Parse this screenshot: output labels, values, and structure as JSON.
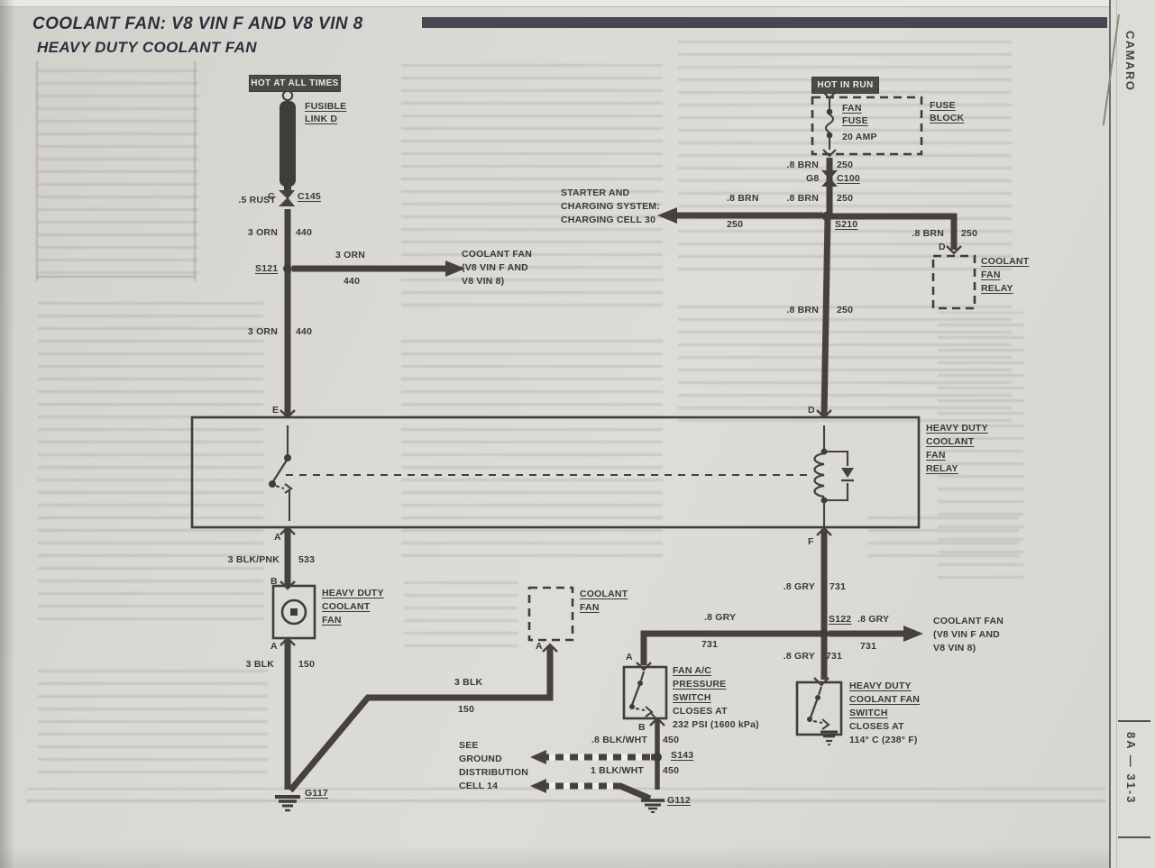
{
  "header": {
    "title_line1": "COOLANT FAN: V8 VIN F AND V8 VIN 8",
    "title_line2": "HEAVY DUTY COOLANT FAN"
  },
  "margin": {
    "model": "CAMARO",
    "page_code": "8A — 31-3"
  },
  "left_circuit": {
    "source": "HOT AT ALL TIMES",
    "fusible_link": "FUSIBLE\nLINK D",
    "wire_rust": ".5 RUST",
    "pin_c": "C",
    "connector_c145": "C145",
    "orn_upper_gauge": "3 ORN",
    "orn_upper_ckt": "440",
    "splice_s121": "S121",
    "branch_gauge": "3 ORN",
    "branch_ckt": "440",
    "branch_dest": "COOLANT FAN\n(V8 VIN F AND\nV8 VIN 8)",
    "orn_lower_gauge": "3 ORN",
    "orn_lower_ckt": "440",
    "term_e": "E"
  },
  "right_circuit": {
    "source": "HOT IN RUN",
    "fuse_name": "FAN\nFUSE",
    "fuse_rating": "20 AMP",
    "fuse_block": "FUSE\nBLOCK",
    "brn1_gauge": ".8 BRN",
    "brn1_ckt": "250",
    "pin_g8": "G8",
    "connector_c100": "C100",
    "starter_dest": "STARTER AND\nCHARGING SYSTEM:\nCHARGING CELL 30",
    "brn_arrow_gauge": ".8 BRN",
    "brn_arrow_ckt": "250",
    "brn2_gauge": ".8 BRN",
    "brn2_ckt": "250",
    "splice_s210": "S210",
    "brn3_gauge": ".8 BRN",
    "brn3_ckt": "250",
    "term_d_cf_relay": "D",
    "cf_relay_label": "COOLANT\nFAN\nRELAY",
    "brn4_gauge": ".8 BRN",
    "brn4_ckt": "250",
    "term_d": "D"
  },
  "relay": {
    "label": "HEAVY DUTY\nCOOLANT\nFAN\nRELAY",
    "term_a": "A",
    "term_f": "F"
  },
  "fan_motor": {
    "blkpnk_gauge": "3 BLK/PNK",
    "blkpnk_ckt": "533",
    "term_b": "B",
    "label": "HEAVY DUTY\nCOOLANT\nFAN",
    "term_a": "A",
    "blk_gauge": "3 BLK",
    "blk_ckt": "150",
    "ground_g117": "G117"
  },
  "cf_branch": {
    "blk_h_gauge": "3 BLK",
    "blk_h_ckt": "150",
    "label": "COOLANT\nFAN",
    "term_a": "A"
  },
  "ground_note": "SEE\nGROUND\nDISTRIBUTION\nCELL 14",
  "gry_circuit": {
    "gry1_gauge": ".8 GRY",
    "gry1_ckt": "731",
    "splice_s122": "S122",
    "arrow_gauge": ".8 GRY",
    "arrow_ckt": "731",
    "dest": "COOLANT FAN\n(V8 VIN F AND\nV8 VIN 8)",
    "h_gauge": ".8 GRY",
    "h_ckt": "731",
    "gry2_gauge": ".8 GRY",
    "gry2_ckt": "731"
  },
  "pressure_switch": {
    "term_a": "A",
    "name": "FAN A/C\nPRESSURE\nSWITCH",
    "detail": "CLOSES AT\n232 PSI (1600 kPa)",
    "term_b": "B"
  },
  "blkwht_circuit": {
    "w1_gauge": ".8 BLK/WHT",
    "w1_ckt": "450",
    "splice_s143": "S143",
    "w2_gauge": "1 BLK/WHT",
    "w2_ckt": "450",
    "ground_g112": "G112"
  },
  "fan_switch": {
    "name": "HEAVY DUTY\nCOOLANT FAN\nSWITCH",
    "detail": "CLOSES AT\n114° C (238° F)"
  }
}
